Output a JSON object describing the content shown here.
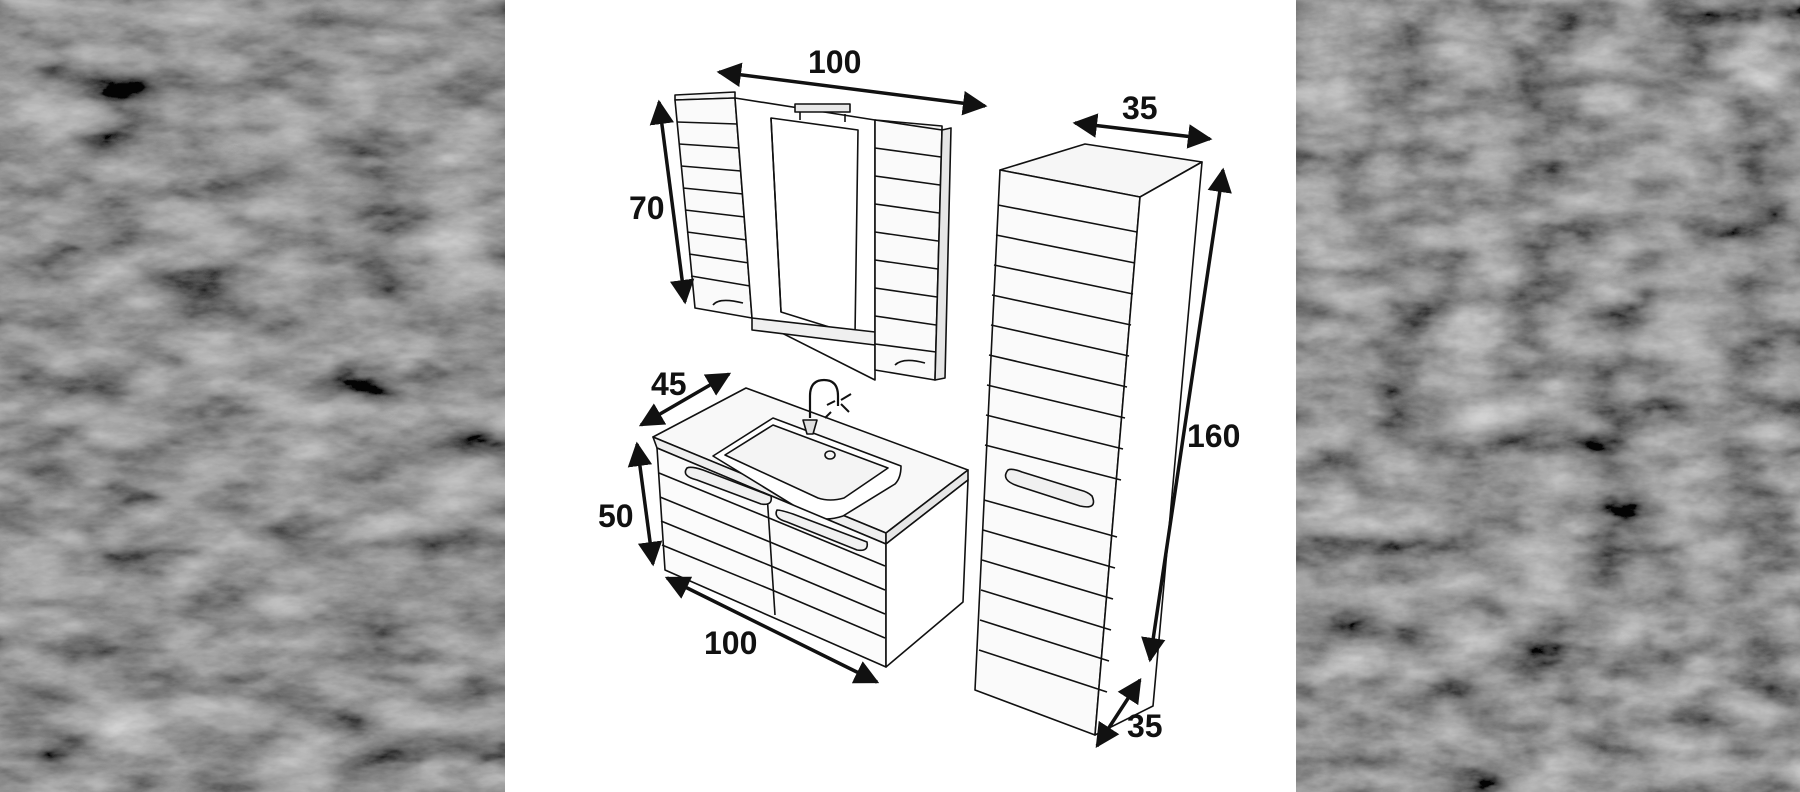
{
  "colors": {
    "panel": "#ffffff",
    "stone_dark": "#1f1f1f",
    "stone_light": "#6a6a6a",
    "ink": "#111111"
  },
  "dimensions": {
    "mirror_width": "100",
    "mirror_height": "70",
    "tall_depth_top": "35",
    "tall_height": "160",
    "sink_depth": "45",
    "sink_height": "50",
    "sink_width": "100",
    "tall_depth_bottom": "35"
  }
}
